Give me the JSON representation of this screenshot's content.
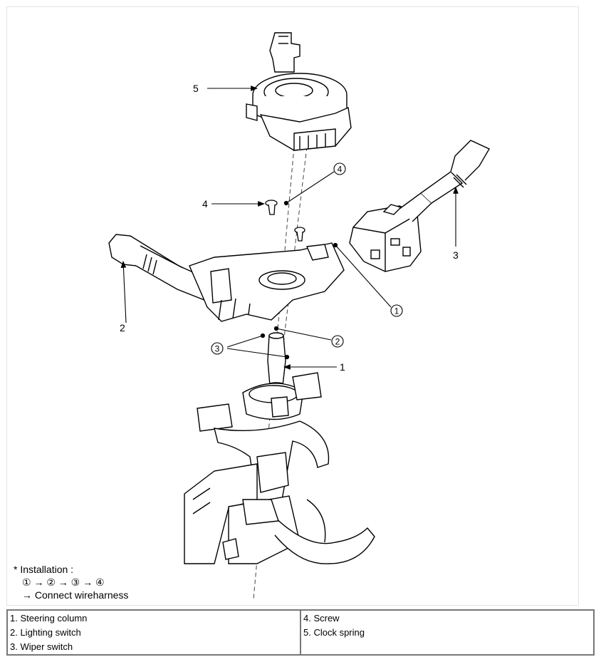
{
  "callouts": {
    "one": "1",
    "two": "2",
    "three": "3",
    "four": "4",
    "five": "5"
  },
  "sequence_marks": {
    "first": "1",
    "second": "2",
    "third": "3",
    "fourth": "4"
  },
  "installation": {
    "title": "* Installation :",
    "sequence": "① → ② → ③ → ④",
    "final_step": "→ Connect wireharness"
  },
  "legend": {
    "left": [
      "1. Steering column",
      "2. Lighting switch",
      "3. Wiper switch"
    ],
    "right": [
      "4. Screw",
      "5. Clock spring"
    ]
  }
}
